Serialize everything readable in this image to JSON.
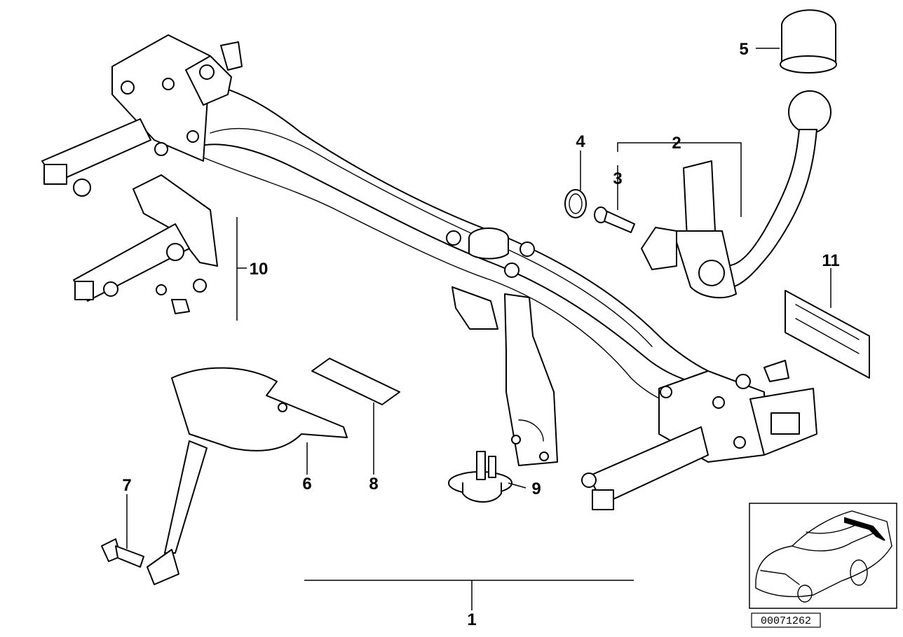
{
  "callouts": {
    "c1": "1",
    "c2": "2",
    "c3": "3",
    "c4": "4",
    "c5": "5",
    "c6": "6",
    "c7": "7",
    "c8": "8",
    "c9": "9",
    "c10": "10",
    "c11": "11"
  },
  "diagram_number": "00071262"
}
